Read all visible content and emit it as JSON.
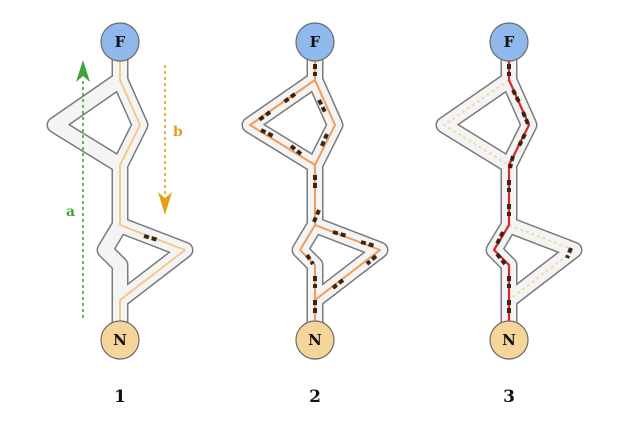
{
  "nodes": {
    "food": "F",
    "nest": "N"
  },
  "panels": [
    {
      "number": "1"
    },
    {
      "number": "2"
    },
    {
      "number": "3"
    }
  ],
  "arrows": {
    "a": {
      "label": "a",
      "color": "#3aa63a"
    },
    "b": {
      "label": "b",
      "color": "#e0a21a"
    }
  },
  "colors": {
    "food_node_fill": "#8fb8ec",
    "nest_node_fill": "#f6d59a",
    "track_fill": "#f4f4f4",
    "track_outline": "#7a7a7a",
    "pheromone_light": "#f5c98a",
    "pheromone_mid": "#ee9d5c",
    "pheromone_strong": "#d8262a",
    "ant": "#3a2414"
  }
}
